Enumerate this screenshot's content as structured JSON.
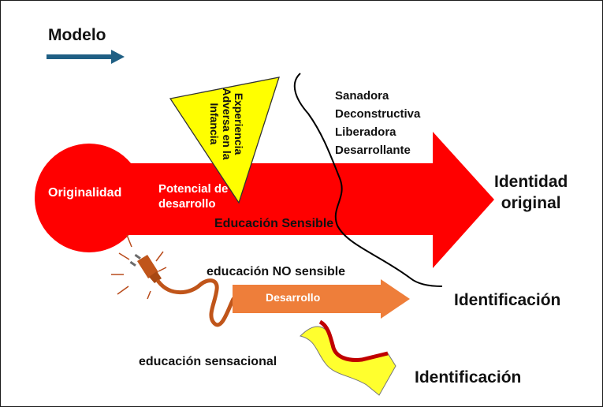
{
  "title": "Modelo",
  "circle_label": "Originalidad",
  "potencial_label": "Potencial de\ndesarrollo",
  "triangle_label": "Experiencia\nAdversa en la\nInfancia",
  "educacion_sensible": "Educación Sensible",
  "qualities": [
    "Sanadora",
    "Deconstructiva",
    "Liberadora",
    "Desarrollante"
  ],
  "identidad_original": "Identidad\noriginal",
  "identificacion_1": "Identificación",
  "educacion_no_sensible": "educación NO sensible",
  "desarrollo": "Desarrollo",
  "educacion_sensacional": "educación sensacional",
  "identificacion_2": "Identificación",
  "colors": {
    "main_arrow": "#ff0000",
    "circle": "#ff0000",
    "triangle": "#ffff00",
    "model_arrow": "#1f5f84",
    "dev_arrow": "#ee7e3a",
    "plug": "#c0551a",
    "wavy_arrow_fill": "#ffff2e",
    "wavy_arrow_stripe": "#c00000"
  }
}
